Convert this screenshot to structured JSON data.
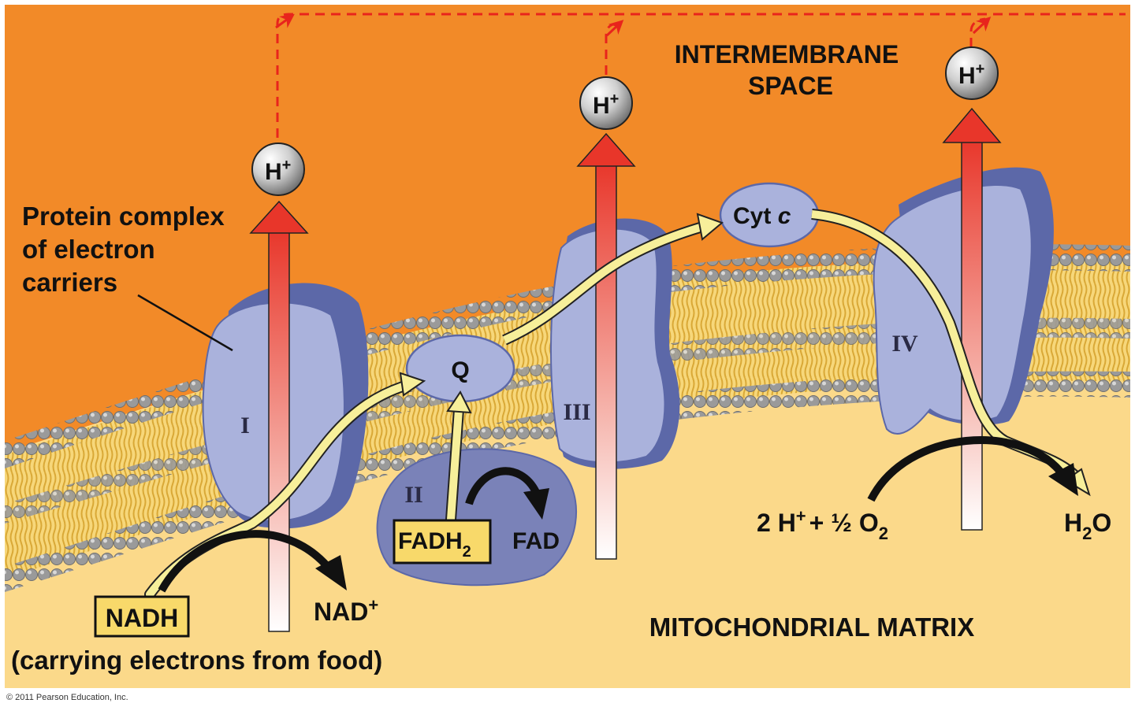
{
  "regions": {
    "intermembrane": "INTERMEMBRANE",
    "intermembrane_2": "SPACE",
    "matrix": "MITOCHONDRIAL MATRIX"
  },
  "callout": {
    "line1": "Protein complex",
    "line2": "of electron",
    "line3": "carriers"
  },
  "complexes": {
    "c1": "I",
    "c2": "II",
    "c3": "III",
    "c4": "IV"
  },
  "carriers": {
    "q": "Q",
    "cytc": "Cyt",
    "cytc_italic": "c"
  },
  "ions": {
    "h": "H",
    "plus": "+"
  },
  "molecules": {
    "nadh": "NADH",
    "nad": "NAD",
    "nad_plus": "+",
    "nadh_note": "(carrying electrons from food)",
    "fadh": "FADH",
    "fadh_sub": "2",
    "fad": "FAD",
    "reaction_lhs": "2 H",
    "reaction_plus": "+",
    "reaction_mid": "+ ½ O",
    "reaction_sub": "2",
    "water_h": "H",
    "water_sub": "2",
    "water_o": "O"
  },
  "copyright": "© 2011 Pearson Education, Inc.",
  "colors": {
    "intermembrane": "#f28a28",
    "matrix": "#fbd98a",
    "protein": "#aab2dc",
    "protein_edge": "#5c68a8",
    "lipid_head": "#9a9a9a",
    "lipid_tail": "#d9a82e",
    "proton_arrow": "#e8362a",
    "electron_path": "#f7ef9a",
    "dashed": "#e8241c"
  }
}
